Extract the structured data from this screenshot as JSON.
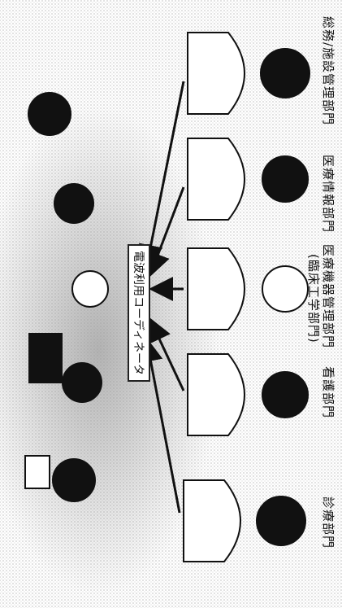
{
  "departments": [
    {
      "label": "総務/施設管理部門"
    },
    {
      "label": "医療情報部門"
    },
    {
      "label": "医療機器管理部門",
      "sublabel": "(臨床工学部門)"
    },
    {
      "label": "看護部門"
    },
    {
      "label": "診療部門"
    }
  ],
  "center": {
    "label": "電波利用コーディネータ"
  }
}
